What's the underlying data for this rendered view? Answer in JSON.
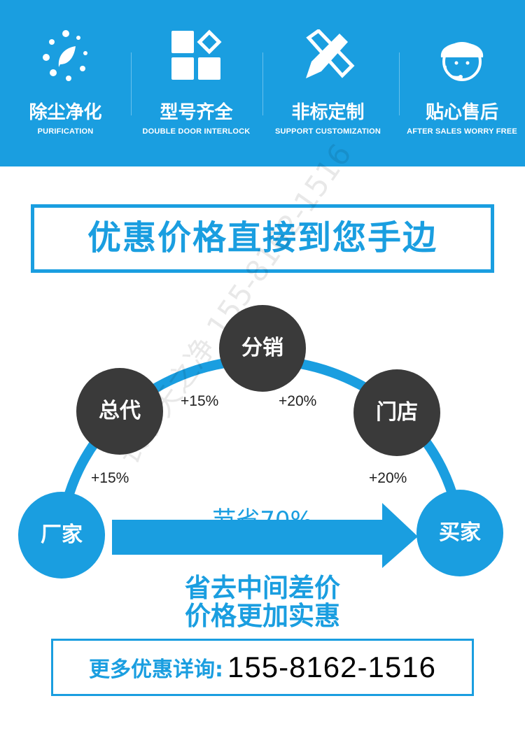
{
  "colors": {
    "accent": "#1a9ee0",
    "node_dark": "#3a3a3a"
  },
  "features": [
    {
      "title": "除尘净化",
      "subtitle": "PURIFICATION",
      "icon": "leaf-dots-icon"
    },
    {
      "title": "型号齐全",
      "subtitle": "DOUBLE DOOR INTERLOCK",
      "icon": "grid-diamond-icon"
    },
    {
      "title": "非标定制",
      "subtitle": "SUPPORT CUSTOMIZATION",
      "icon": "pencil-ruler-icon"
    },
    {
      "title": "贴心售后",
      "subtitle": "AFTER SALES WORRY FREE",
      "icon": "headset-agent-icon"
    }
  ],
  "headline": "优惠价格直接到您手边",
  "diagram": {
    "nodes": [
      "厂家",
      "总代",
      "分销",
      "门店",
      "买家"
    ],
    "markups": [
      "+15%",
      "+15%",
      "+20%",
      "+20%"
    ],
    "saving": "节省70%",
    "tagline1": "省去中间差价",
    "tagline2": "价格更加实惠"
  },
  "contact": {
    "label": "更多优惠详询:",
    "phone": "155-8162-1516"
  },
  "watermark": "长沙天之净 155-8162-1516"
}
